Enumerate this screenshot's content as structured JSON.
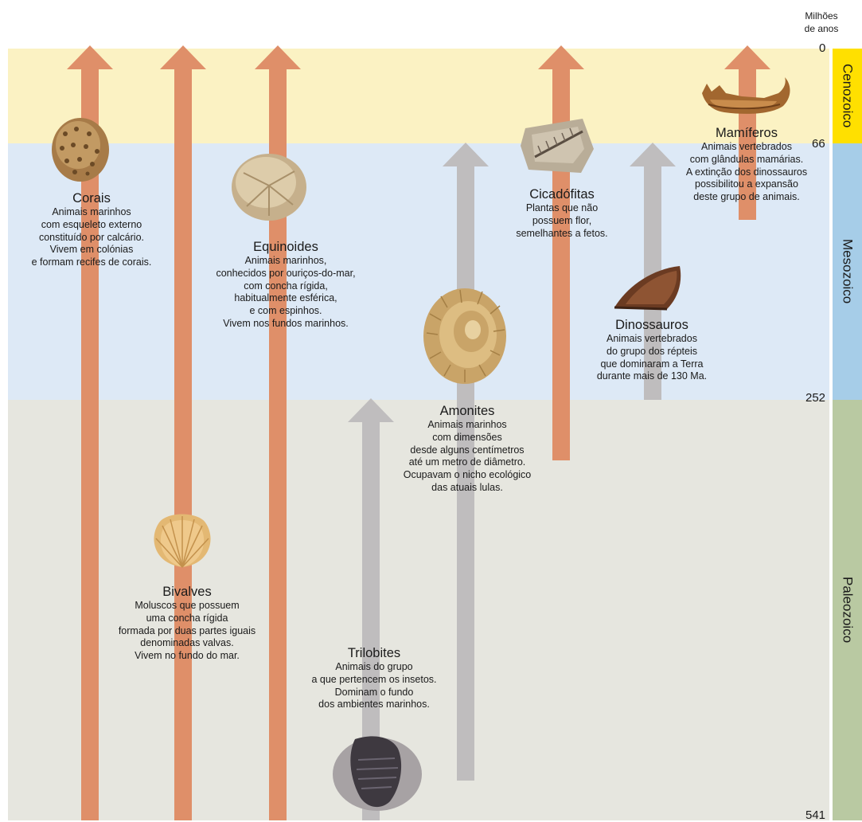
{
  "axis": {
    "title": "Milhões de anos",
    "ticks": [
      "0",
      "66",
      "252",
      "541"
    ]
  },
  "eras": [
    {
      "name": "Cenozoico",
      "color": "#ffe000",
      "band_color": "#fbf2c3"
    },
    {
      "name": "Mesozoico",
      "color": "#a6cde8",
      "band_color": "#dde9f6"
    },
    {
      "name": "Paleozoico",
      "color": "#b9c9a2",
      "band_color": "#e6e6df"
    }
  ],
  "colors": {
    "extant_arrow": "#df8f69",
    "extinct_arrow": "#bfbdbe"
  },
  "groups": [
    {
      "name": "Corais",
      "status": "extant",
      "from_ma": 541,
      "to_ma": 0,
      "desc": [
        "Animais marinhos",
        "com esqueleto externo",
        "constituído por calcário.",
        "Vivem em colónias",
        "e formam recifes de corais."
      ]
    },
    {
      "name": "Bivalves",
      "status": "extant",
      "from_ma": 541,
      "to_ma": 0,
      "desc": [
        "Moluscos que possuem",
        "uma concha rígida",
        "formada por duas partes iguais",
        "denominadas valvas.",
        "Vivem no fundo do mar."
      ]
    },
    {
      "name": "Equinoides",
      "status": "extant",
      "from_ma": 541,
      "to_ma": 0,
      "desc": [
        "Animais marinhos,",
        "conhecidos por ouriços-do-mar,",
        "com concha rígida,",
        "habitualmente esférica,",
        "e com espinhos.",
        "Vivem nos fundos marinhos."
      ]
    },
    {
      "name": "Trilobites",
      "status": "extinct",
      "from_ma": 541,
      "to_ma": 252,
      "desc": [
        "Animais do grupo",
        "a que pertencem os insetos.",
        "Dominam o fundo",
        "dos ambientes marinhos."
      ]
    },
    {
      "name": "Amonites",
      "status": "extinct",
      "from_ma": 541,
      "to_ma": 66,
      "desc": [
        "Animais marinhos",
        "com dimensões",
        "desde alguns centímetros",
        "até um metro de diâmetro.",
        "Ocupavam o nicho ecológico",
        "das atuais lulas."
      ]
    },
    {
      "name": "Cicadófitas",
      "status": "extant",
      "desc": [
        "Plantas que não",
        "possuem flor,",
        "semelhantes a fetos."
      ]
    },
    {
      "name": "Dinossauros",
      "status": "extinct",
      "desc": [
        "Animais vertebrados",
        "do grupo dos répteis",
        "que dominaram a Terra",
        "durante mais de 130 Ma."
      ]
    },
    {
      "name": "Mamíferos",
      "status": "extant",
      "desc": [
        "Animais vertebrados",
        "com glândulas mamárias.",
        "A extinção dos dinossauros",
        "possibilitou a expansão",
        "deste grupo de animais."
      ]
    }
  ]
}
